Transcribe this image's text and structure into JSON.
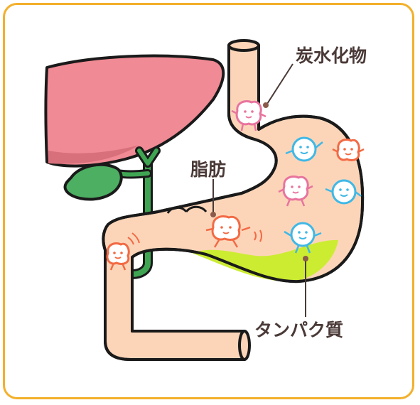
{
  "labels": {
    "carbohydrate": "炭水化物",
    "fat": "脂肪",
    "protein": "タンパク質"
  },
  "colors": {
    "border": "#f3b02b",
    "liver": "#f08a94",
    "liver_shadow": "#d8707c",
    "gallbladder": "#4caf62",
    "bile_duct": "#3fa552",
    "stomach": "#fcd5b9",
    "gastric_juice": "#ccec32",
    "outline": "#1a1a1a",
    "carbohydrate_character": "#e8749e",
    "fat_character": "#f26a44",
    "protein_character": "#3fb8e6",
    "label_text": "#4a3a37"
  },
  "icons": [
    "liver-icon",
    "gallbladder-icon",
    "stomach-icon",
    "duodenum-icon",
    "carbohydrate-character-icon",
    "fat-character-icon",
    "protein-character-icon"
  ]
}
